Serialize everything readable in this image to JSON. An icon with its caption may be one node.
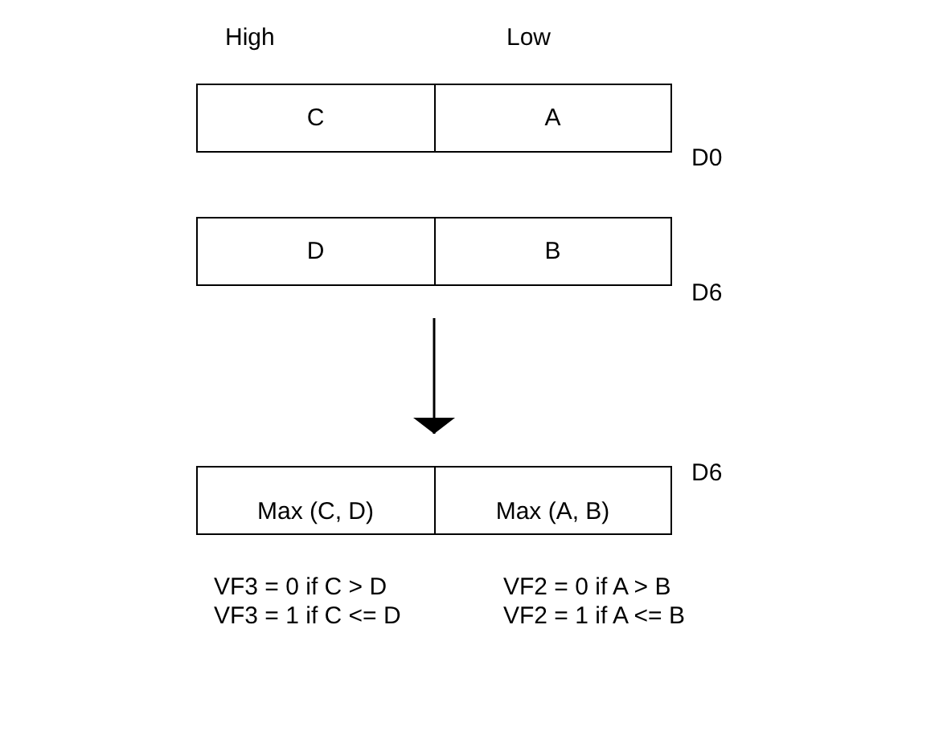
{
  "diagram": {
    "nodes": [
      {
        "text": [],
        "shape": "box",
        "beside": [
          "D0"
        ]
      },
      {
        "text": [
          "C"
        ],
        "in": 0
      },
      {
        "text": [
          "A"
        ],
        "in": 0
      },
      {
        "text": [],
        "shape": "box",
        "beside": [
          "D6"
        ]
      },
      {
        "text": [
          "D"
        ],
        "in": 3
      },
      {
        "text": [
          "B"
        ],
        "in": 3
      },
      {
        "text": [],
        "shape": "box",
        "beside": [
          "D6"
        ]
      },
      {
        "text": [
          "Max (C, D)"
        ],
        "in": 6
      },
      {
        "text": [
          "Max (A, B)"
        ],
        "in": 6
      }
    ],
    "edges": [
      {
        "from": 3,
        "to": 6,
        "arrow": "to"
      }
    ],
    "labels": [
      "High",
      "Low",
      "VF3 = 0 if C > D",
      "VF2 = 0 if A > B",
      "VF3 = 1 if C <= D",
      "VF2 = 1 if A <= B"
    ]
  }
}
